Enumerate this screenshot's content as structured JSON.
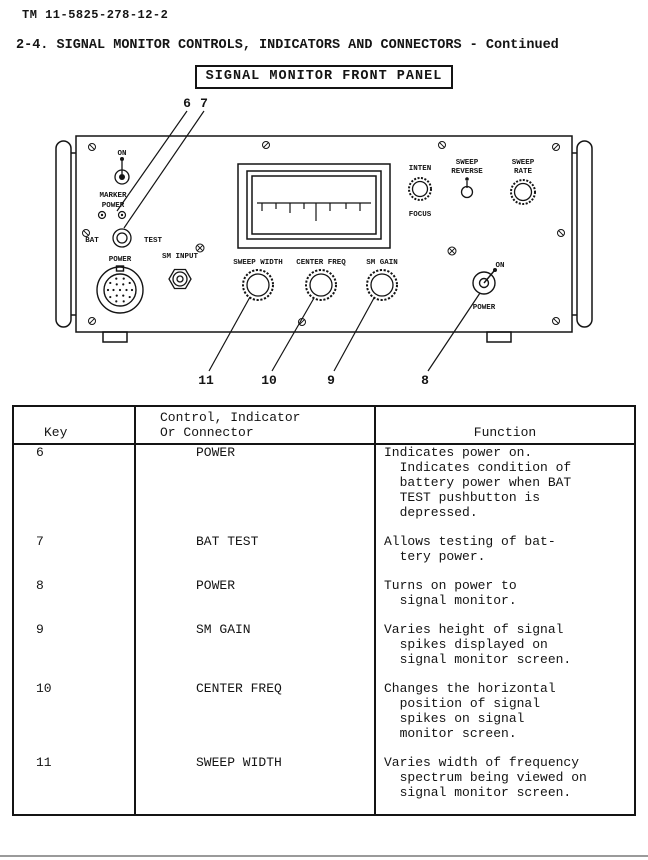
{
  "page": {
    "tm_number": "TM 11-5825-278-12-2",
    "section_title": "2-4. SIGNAL MONITOR CONTROLS, INDICATORS AND CONNECTORS - Continued",
    "figure_title": "SIGNAL MONITOR FRONT PANEL"
  },
  "panel": {
    "marker_on": "ON",
    "marker_label": "MARKER",
    "marker_power_label": "POWER",
    "bat_label": "BAT",
    "test_label": "TEST",
    "power_connector_label": "POWER",
    "sm_input_label": "SM INPUT",
    "sweep_width_label": "SWEEP WIDTH",
    "center_freq_label": "CENTER FREQ",
    "sm_gain_label": "SM GAIN",
    "inten_label": "INTEN",
    "focus_label": "FOCUS",
    "sweep_reverse_line1": "SWEEP",
    "sweep_reverse_line2": "REVERSE",
    "sweep_rate_line1": "SWEEP",
    "sweep_rate_line2": "RATE",
    "power_on_label": "ON",
    "power_switch_label": "POWER"
  },
  "callouts": {
    "c6": "6",
    "c7": "7",
    "c8": "8",
    "c9": "9",
    "c10": "10",
    "c11": "11"
  },
  "table": {
    "headers": {
      "key": "Key",
      "control": "Control, Indicator\nOr Connector",
      "function": "Function"
    },
    "rows": [
      {
        "key": "6",
        "control": "POWER",
        "function": "Indicates power on.\n  Indicates condition of\n  battery power when BAT\n  TEST pushbutton is\n  depressed."
      },
      {
        "key": "7",
        "control": "BAT TEST",
        "function": "Allows testing of bat-\n  tery power."
      },
      {
        "key": "8",
        "control": "POWER",
        "function": "Turns on power to\n  signal monitor."
      },
      {
        "key": "9",
        "control": "SM GAIN",
        "function": "Varies height of signal\n  spikes displayed on\n  signal monitor screen."
      },
      {
        "key": "10",
        "control": "CENTER FREQ",
        "function": "Changes the horizontal\n  position of signal\n  spikes on signal\n  monitor screen."
      },
      {
        "key": "11",
        "control": "SWEEP WIDTH",
        "function": "Varies width of frequency\n  spectrum being viewed on\n  signal monitor screen."
      }
    ]
  }
}
